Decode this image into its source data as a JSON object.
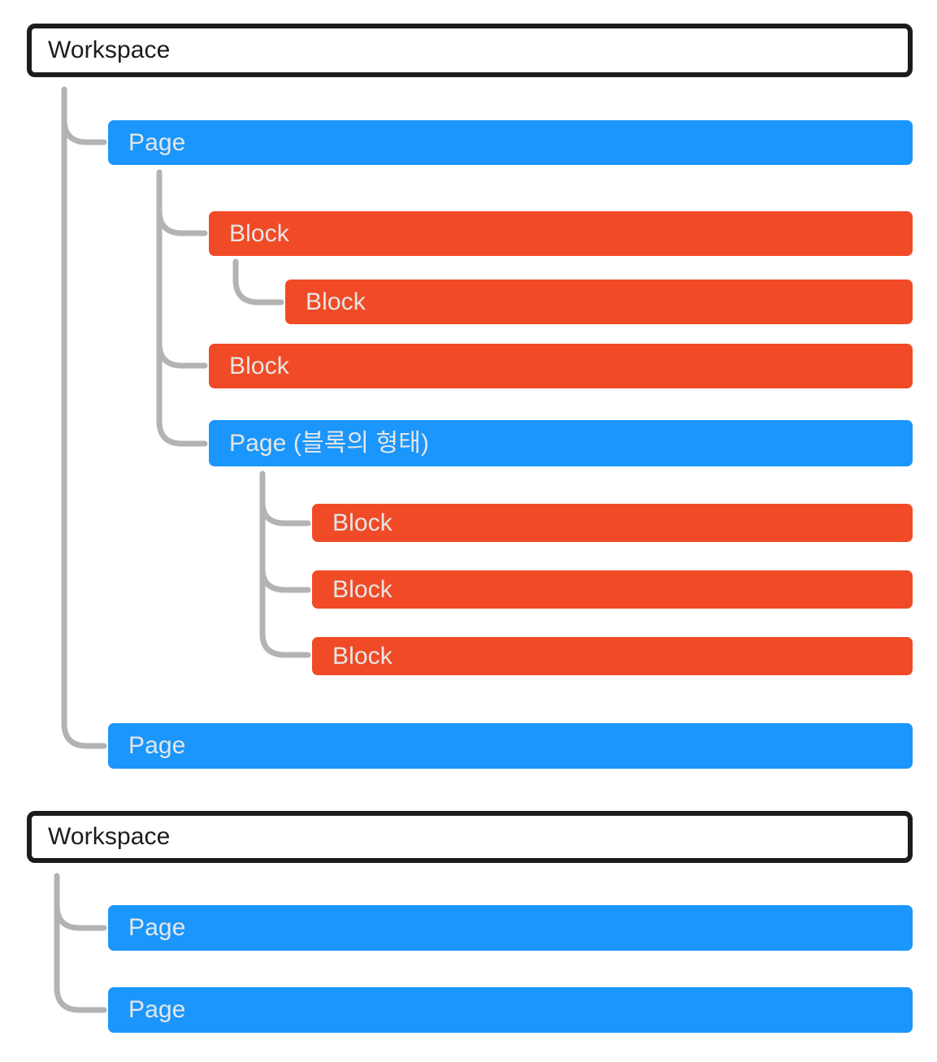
{
  "diagram": {
    "title_text_top": "Workspace",
    "title_text_bottom": "Workspace",
    "colors": {
      "page": "#1a96fd",
      "block": "#f04b26",
      "workspace_border": "#1c1c1c",
      "connector": "#b3b3b3",
      "node_text": "#e6e6e6",
      "workspace_text": "#1c1c1c",
      "background": "#ffffff"
    }
  },
  "nodes": {
    "workspace_1": {
      "label": "Workspace",
      "type": "workspace",
      "level": 0
    },
    "page_1": {
      "label": "Page",
      "type": "page",
      "level": 1
    },
    "block_1": {
      "label": "Block",
      "type": "block",
      "level": 2
    },
    "block_1_1": {
      "label": "Block",
      "type": "block",
      "level": 3
    },
    "block_2": {
      "label": "Block",
      "type": "block",
      "level": 2
    },
    "page_2": {
      "label": "Page (블록의 형태)",
      "type": "page",
      "level": 2
    },
    "block_3": {
      "label": "Block",
      "type": "block",
      "level": 3
    },
    "block_4": {
      "label": "Block",
      "type": "block",
      "level": 3
    },
    "block_5": {
      "label": "Block",
      "type": "block",
      "level": 3
    },
    "page_3": {
      "label": "Page",
      "type": "page",
      "level": 1
    },
    "workspace_2": {
      "label": "Workspace",
      "type": "workspace",
      "level": 0
    },
    "page_4": {
      "label": "Page",
      "type": "page",
      "level": 1
    },
    "page_5": {
      "label": "Page",
      "type": "page",
      "level": 1
    }
  }
}
